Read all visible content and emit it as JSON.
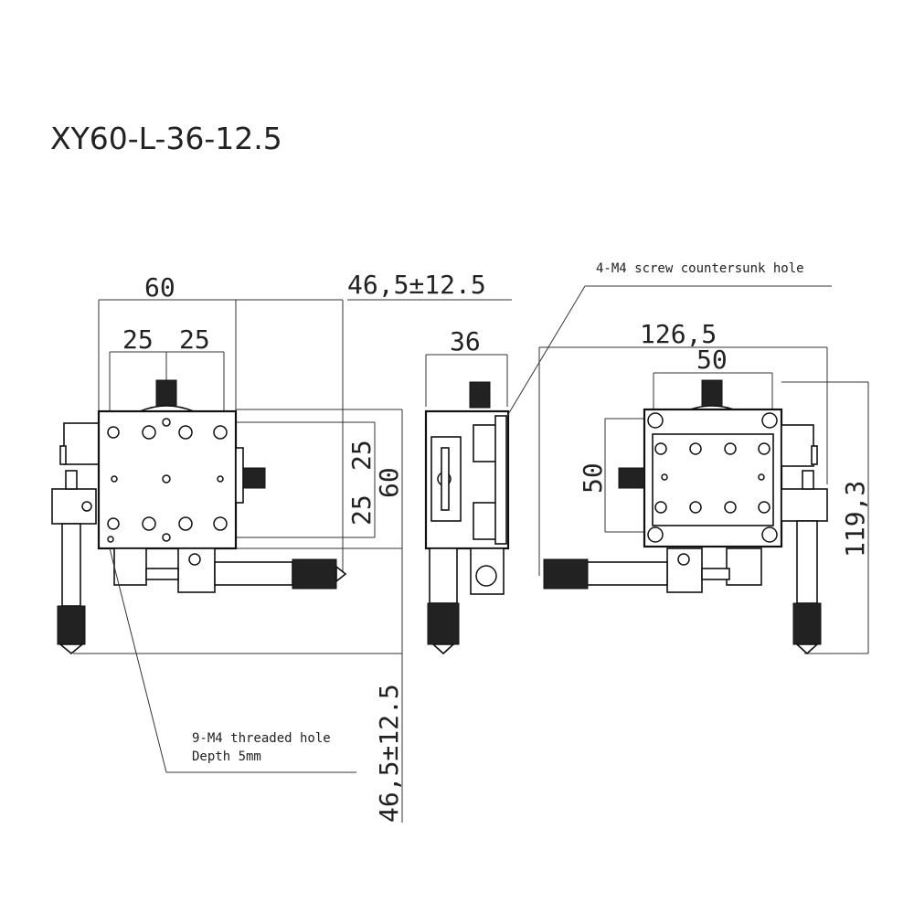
{
  "title": "XY60-L-36-12.5",
  "dims": {
    "front_width": "60",
    "front_left_half": "25",
    "front_right_half": "25",
    "travel_x": "46,5±12.5",
    "right_upper_25": "25",
    "right_lower_25": "25",
    "front_height": "60",
    "travel_y": "46,5±12.5",
    "side_width": "36",
    "back_total": "126,5",
    "back_hole_span": "50",
    "back_hole_vspan": "50",
    "back_total_height": "119,3"
  },
  "notes": {
    "countersunk": "4-M4 screw countersunk hole",
    "threaded_line1": "9-M4 threaded hole",
    "threaded_line2": "Depth 5mm"
  },
  "colors": {
    "line": "#111111",
    "background": "#ffffff"
  }
}
